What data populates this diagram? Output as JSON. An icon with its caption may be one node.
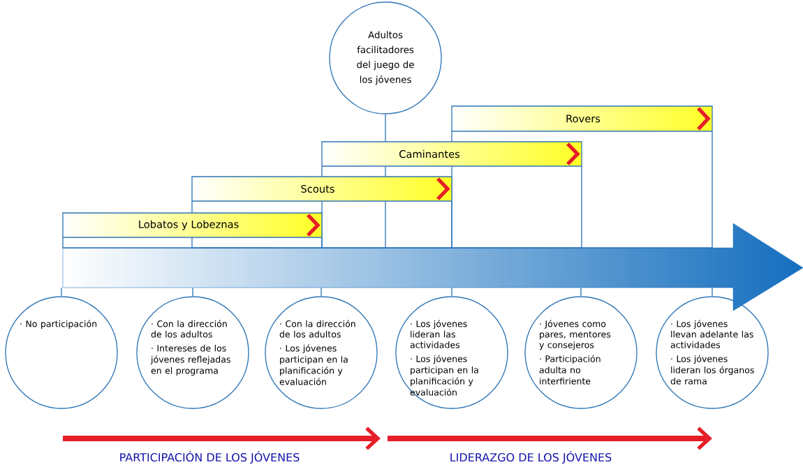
{
  "diagram": {
    "nodes": [
      {
        "text": [
          "Adultos facilitadores del juego de los jóvenes"
        ]
      },
      {
        "text": [
          "Lobatos y Lobeznas"
        ]
      },
      {
        "text": [
          "Scouts"
        ]
      },
      {
        "text": [
          "Caminantes"
        ]
      },
      {
        "text": [
          "Rovers"
        ]
      },
      {
        "text": [
          "· No participación"
        ]
      },
      {
        "text": [
          "· Con la dirección de los adultos",
          "· Intereses de los jóvenes reflejadas en el programa"
        ]
      },
      {
        "text": [
          "· Con la dirección de los adultos",
          "· Los jóvenes participan en la planificación y evaluación"
        ]
      },
      {
        "text": [
          "· Los jóvenes lideran las actividades",
          "· Los jóvenes participan en la planificación y evaluación"
        ]
      },
      {
        "text": [
          "· Jóvenes como pares, mentores y consejeros",
          "· Participación adulta no interfiriente"
        ]
      },
      {
        "text": [
          "· Los jóvenes llevan adelante las actividades",
          "· Los jóvenes lideran los órganos de rama"
        ]
      },
      {
        "text": [],
        "shape": "bar"
      }
    ],
    "edges": [
      {
        "from": 0,
        "to": 3,
        "arrow": "none"
      },
      {
        "from": 5,
        "to": 11,
        "arrow": "none"
      },
      {
        "from": 6,
        "to": 11,
        "arrow": "none"
      },
      {
        "from": 7,
        "to": 11,
        "arrow": "none"
      },
      {
        "from": 8,
        "to": 11,
        "arrow": "none"
      },
      {
        "from": 9,
        "to": 11,
        "arrow": "none"
      },
      {
        "from": 10,
        "to": 11,
        "arrow": "none"
      }
    ],
    "labels": [
      "PARTICIPACIÓN DE LOS JÓVENES",
      "LIDERAZGO DE LOS JÓVENES"
    ]
  }
}
